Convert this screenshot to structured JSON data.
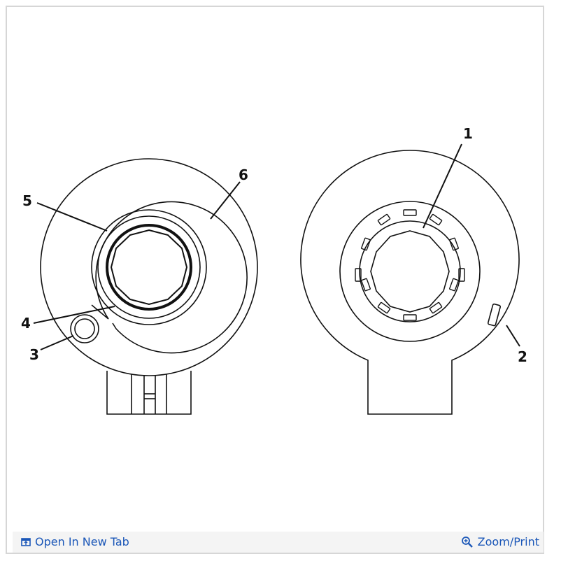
{
  "diagram": {
    "callouts": {
      "c1": "1",
      "c2": "2",
      "c3": "3",
      "c4": "4",
      "c5": "5",
      "c6": "6"
    }
  },
  "toolbar": {
    "open_new_tab_label": "Open In New Tab",
    "open_new_tab_icon": "open-new-tab-icon",
    "zoom_print_label": "Zoom/Print",
    "zoom_print_icon": "zoom-in-icon"
  },
  "colors": {
    "link": "#1b57b8",
    "toolbar_bg": "#f4f4f4",
    "frame_border": "#d6d6d6",
    "line_art": "#111111"
  }
}
